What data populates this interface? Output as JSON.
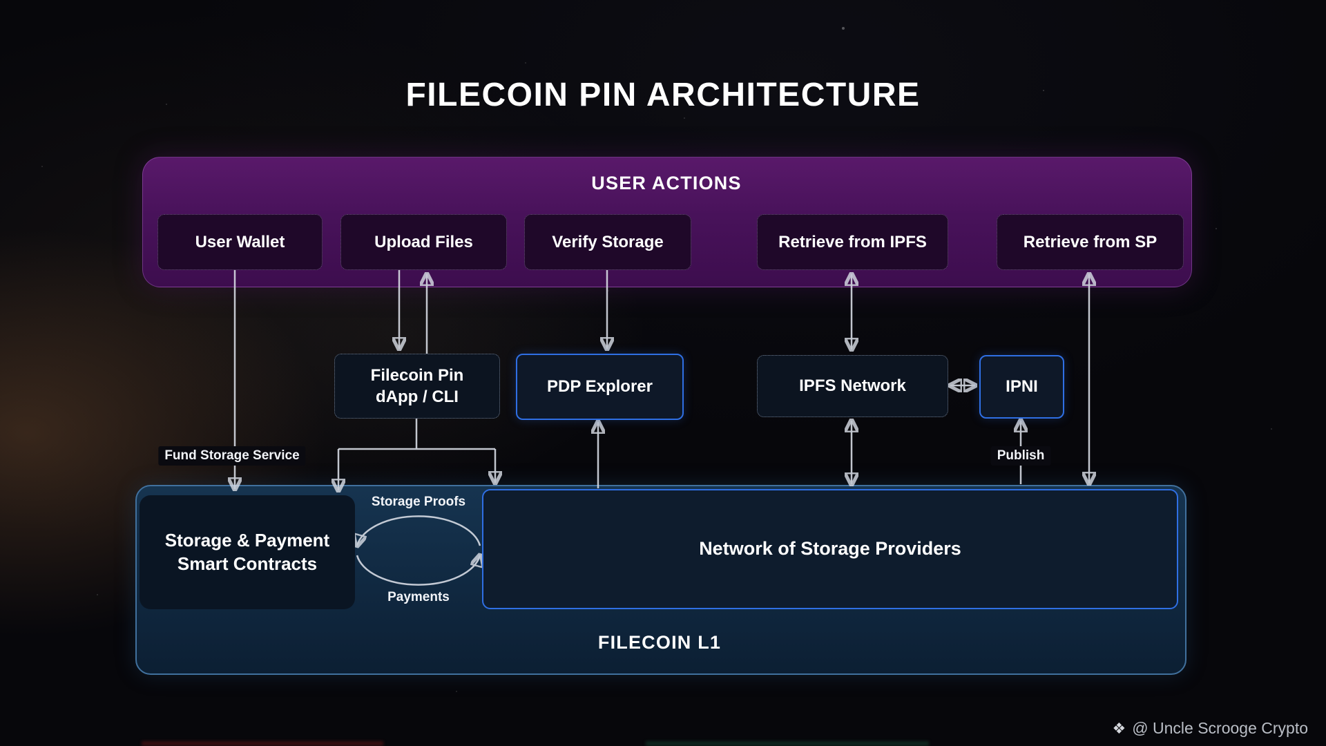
{
  "title": "FILECOIN PIN ARCHITECTURE",
  "user_actions": {
    "title": "USER ACTIONS",
    "items": [
      {
        "label": "User Wallet"
      },
      {
        "label": "Upload Files"
      },
      {
        "label": "Verify Storage"
      },
      {
        "label": "Retrieve from IPFS"
      },
      {
        "label": "Retrieve from SP"
      }
    ]
  },
  "services": {
    "filecoin_pin_dapp": {
      "line1": "Filecoin Pin",
      "line2": "dApp / CLI"
    },
    "pdp_explorer": {
      "label": "PDP Explorer"
    },
    "ipfs_network": {
      "label": "IPFS Network"
    },
    "ipni": {
      "label": "IPNI"
    }
  },
  "filecoin_l1": {
    "label": "FILECOIN L1",
    "smart_contracts": {
      "line1": "Storage & Payment",
      "line2": "Smart Contracts"
    },
    "storage_providers": {
      "label": "Network of Storage Providers"
    }
  },
  "edge_labels": {
    "fund_storage_service": "Fund Storage Service",
    "storage_proofs": "Storage Proofs",
    "payments": "Payments",
    "publish": "Publish"
  },
  "watermark": {
    "icon": "❖",
    "text": "@ Uncle Scrooge Crypto"
  },
  "colors": {
    "accent_purple": "#59196a",
    "accent_blue": "#2f6fe4",
    "panel_blue": "#102840",
    "arrow": "#d7dbe4"
  }
}
